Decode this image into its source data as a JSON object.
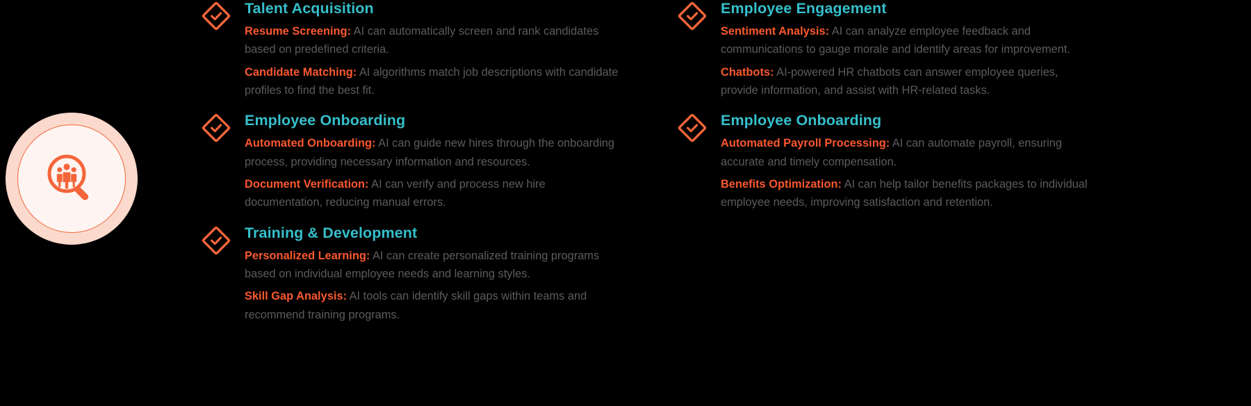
{
  "theme": {
    "background": "#000000",
    "heading_color": "#35BFCB",
    "term_color": "#F9582E",
    "body_color": "#4F5051",
    "accent_orange": "#F4663A",
    "ring_outer": "#FBD9CC",
    "ring_inner": "#FEF5F2"
  },
  "logo": {
    "name": "hr-people-search-logo",
    "icon": "magnifier-people-icon"
  },
  "columns": [
    {
      "id": "column-left",
      "sections": [
        {
          "icon": "diamond-check-icon",
          "heading": "Talent Acquisition",
          "items": [
            {
              "term": "Resume Screening:",
              "desc": " AI can automatically screen and rank candidates based on predefined criteria."
            },
            {
              "term": "Candidate Matching:",
              "desc": " AI algorithms match job descriptions with candidate profiles to find the best fit."
            }
          ]
        },
        {
          "icon": "diamond-check-icon",
          "heading": "Employee Onboarding",
          "items": [
            {
              "term": "Automated Onboarding:",
              "desc": " AI can guide new hires through the onboarding process, providing necessary information and resources."
            },
            {
              "term": "Document Verification:",
              "desc": " AI can verify and process new hire documentation, reducing manual errors."
            }
          ]
        },
        {
          "icon": "diamond-check-icon",
          "heading": "Training & Development",
          "items": [
            {
              "term": "Personalized Learning:",
              "desc": " AI can create personalized training programs based on individual employee needs and learning styles."
            },
            {
              "term": "Skill Gap Analysis:",
              "desc": " AI tools can identify skill gaps within teams and recommend training programs."
            }
          ]
        }
      ]
    },
    {
      "id": "column-right",
      "sections": [
        {
          "icon": "diamond-check-icon",
          "heading": "Employee Engagement",
          "items": [
            {
              "term": "Sentiment Analysis:",
              "desc": " AI can analyze employee feedback and communications to gauge morale and identify areas for improvement."
            },
            {
              "term": "Chatbots:",
              "desc": " AI-powered HR chatbots can answer employee queries, provide information, and assist with HR-related tasks."
            }
          ]
        },
        {
          "icon": "diamond-check-icon",
          "heading": "Employee Onboarding",
          "items": [
            {
              "term": "Automated Payroll Processing:",
              "desc": " AI can automate payroll, ensuring accurate and timely compensation."
            },
            {
              "term": "Benefits Optimization:",
              "desc": " AI can help tailor benefits packages to individual employee needs, improving satisfaction and retention."
            }
          ]
        }
      ]
    }
  ]
}
